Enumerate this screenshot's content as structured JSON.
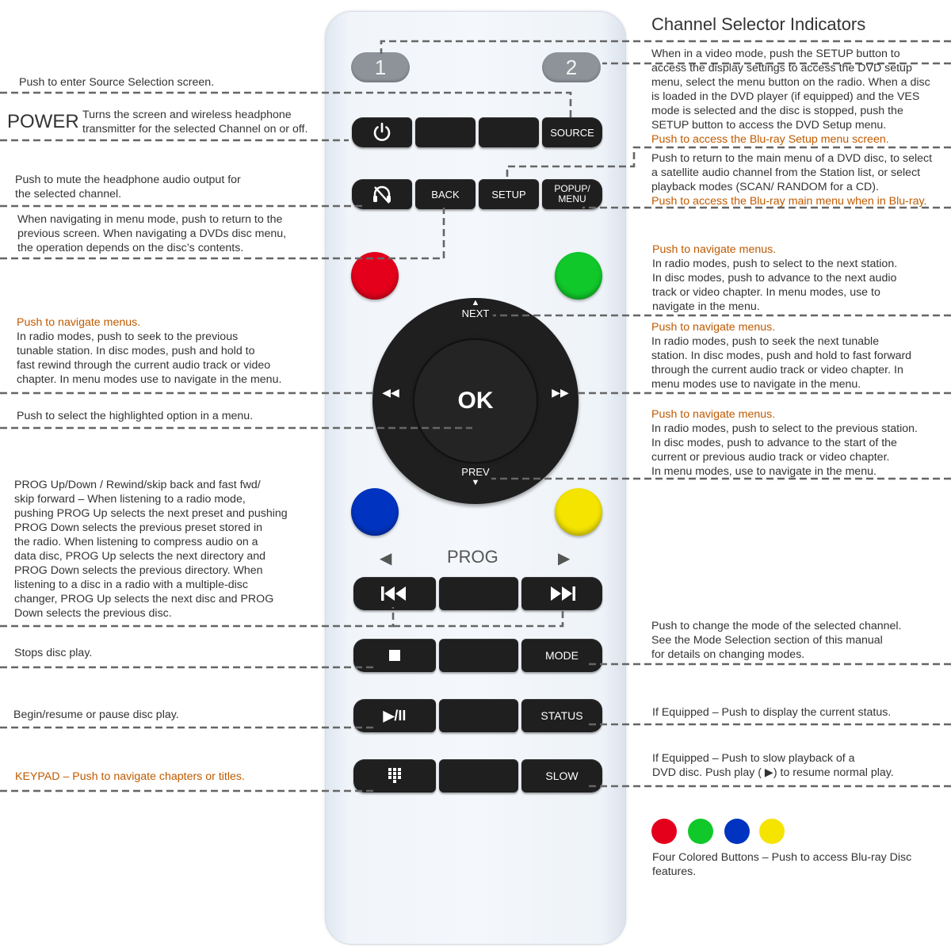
{
  "remote": {
    "channel_buttons": [
      "1",
      "2"
    ],
    "row1": {
      "source": "SOURCE"
    },
    "row2": {
      "back": "BACK",
      "setup": "SETUP",
      "popup_menu": "POPUP/\nMENU"
    },
    "dpad": {
      "ok": "OK",
      "next": "NEXT",
      "prev": "PREV"
    },
    "prog": {
      "label": "PROG",
      "left_arrow": "◀",
      "right_arrow": "▶"
    },
    "row_stop": {
      "mode": "MODE"
    },
    "row_play": {
      "status": "STATUS",
      "play_pause": "▶/II"
    },
    "row_keypad": {
      "slow": "SLOW"
    },
    "colors": {
      "red": "#e4001b",
      "green": "#10c82a",
      "blue": "#0034c0",
      "yellow": "#f4e400"
    }
  },
  "annotations": {
    "channel_heading": "Channel Selector Indicators",
    "source": "Push to enter Source Selection screen.",
    "power_label": "POWER",
    "power_text": [
      "Turns the screen and wireless headphone",
      "transmitter for the selected Channel on or off."
    ],
    "setup_text": [
      "When in a video mode, push the SETUP button to",
      "access the display settings to access the DVD setup",
      "menu, select the menu button on the radio. When a disc",
      "is loaded in the DVD player (if equipped) and the VES",
      "mode is selected and the disc is stopped, push the",
      "SETUP button to access the DVD Setup menu."
    ],
    "setup_bluray": "Push to access the Blu-ray Setup menu screen.",
    "menu_text": [
      "Push to return to the main menu of a DVD disc, to select",
      "a satellite audio channel from the Station list, or select",
      "playback modes (SCAN/ RANDOM for a CD)."
    ],
    "menu_bluray": "Push to access the Blu-ray main menu when in Blu-ray.",
    "mute_text": [
      "Push to mute the headphone audio output for",
      "the selected channel."
    ],
    "back_text": [
      "When navigating in menu mode, push to return to the",
      "previous screen. When navigating a DVDs disc menu,",
      "the operation depends on the disc’s contents."
    ],
    "next_heading": "Push to navigate menus.",
    "next_text": [
      "In radio modes, push to select to the next station.",
      "In disc modes, push to advance to the next audio",
      "track or video chapter. In menu modes, use to",
      "navigate in the menu."
    ],
    "rew_heading": "Push to navigate menus.",
    "rew_text": [
      "In radio modes, push to seek to the previous",
      "tunable station. In disc modes, push and hold to",
      "fast rewind through the current audio track or video",
      "chapter. In menu modes use to navigate in the menu."
    ],
    "ff_heading": "Push to navigate menus.",
    "ff_text": [
      "In radio modes, push to seek the next tunable",
      "station. In disc modes, push and hold to fast forward",
      "through the current audio track or video chapter. In",
      "menu modes use to navigate in the menu."
    ],
    "ok_text": "Push to select the highlighted option in a menu.",
    "prev_heading": "Push to navigate menus.",
    "prev_text": [
      "In radio modes, push to select to the previous station.",
      "In disc modes, push to advance to the start of the",
      "current or previous audio track or video chapter.",
      "In menu modes, use to navigate in the menu."
    ],
    "prog_text": [
      "PROG Up/Down / Rewind/skip back and fast fwd/",
      "skip forward – When listening to a radio mode,",
      "pushing PROG Up selects the next preset and pushing",
      "PROG Down selects the previous preset stored in",
      "the radio. When listening to compress audio on a",
      "data disc, PROG Up selects the next directory and",
      "PROG Down selects the previous directory. When",
      "listening to a disc in a radio with a multiple-disc",
      "changer, PROG Up selects the next disc and PROG",
      "Down selects the previous disc."
    ],
    "mode_text": [
      "Push to change the mode of the selected channel.",
      "See the Mode Selection section of this manual",
      "for details on changing modes."
    ],
    "stop_text": "Stops disc play.",
    "play_text": "Begin/resume or pause disc play.",
    "status_text": "If Equipped – Push to display the current status.",
    "keypad_text": "KEYPAD – Push to navigate chapters or titles.",
    "slow_text": [
      "If Equipped – Push to slow playback of a",
      "DVD disc. Push play ( ▶) to resume normal play."
    ],
    "four_colors_text": [
      "Four Colored Buttons – Push to access Blu-ray Disc",
      "features."
    ]
  }
}
